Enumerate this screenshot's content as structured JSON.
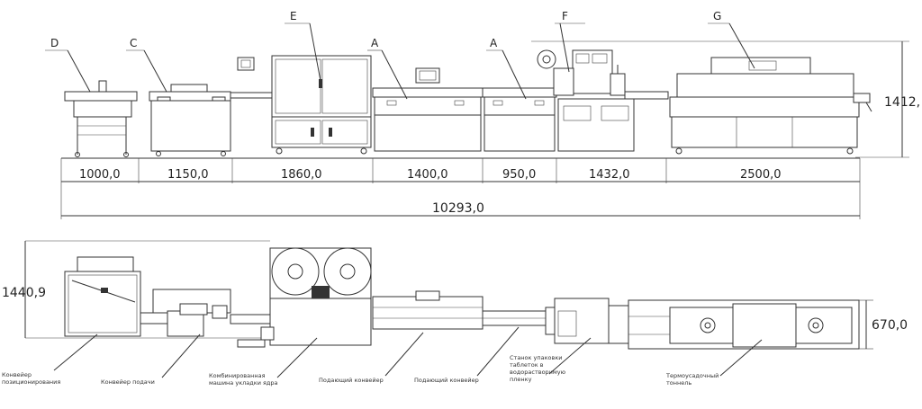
{
  "section_labels": {
    "d": "D",
    "c": "C",
    "e": "E",
    "a1": "A",
    "a2": "A",
    "f": "F",
    "g": "G"
  },
  "dimensions": {
    "d1": "1000,0",
    "d2": "1150,0",
    "d3": "1860,0",
    "d4": "1400,0",
    "d5": "950,0",
    "d6": "1432,0",
    "d7": "2500,0",
    "total": "10293,0",
    "height": "1412,",
    "plan_width": "1440,9",
    "plan_depth": "670,0"
  },
  "captions": {
    "c1_l1": "Конвейер",
    "c1_l2": "позиционирования",
    "c2_l1": "Конвейер подачи",
    "c3_l1": "Комбинированная",
    "c3_l2": "машина укладки ядра",
    "c4_l1": "Подающий конвейер",
    "c5_l1": "Подающий конвейер",
    "c6_l1": "Станок упаковки",
    "c6_l2": "таблеток в",
    "c6_l3": "водорастворимую",
    "c6_l4": "пленку",
    "c7_l1": "Термоусадочный",
    "c7_l2": "тоннель"
  }
}
